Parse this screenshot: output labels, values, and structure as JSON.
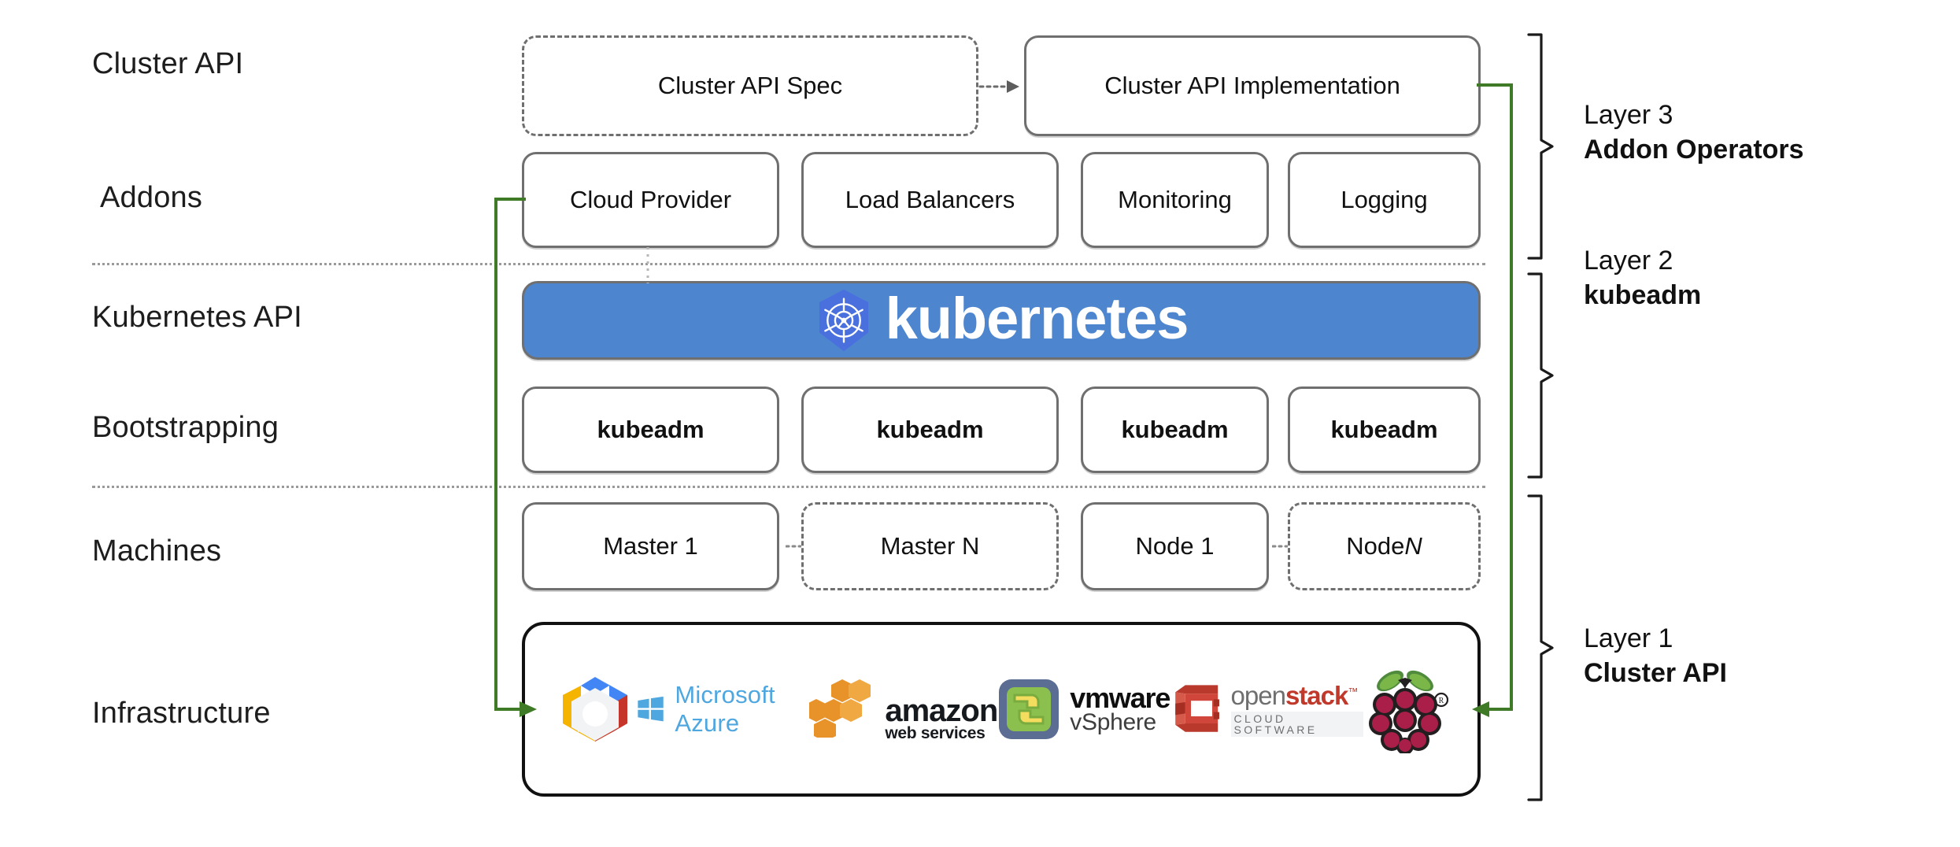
{
  "diagram": {
    "title": "Cluster API layered architecture",
    "row_labels": [
      {
        "text": "Cluster API",
        "name": "row-label-cluster-api"
      },
      {
        "text": "Addons",
        "name": "row-label-addons"
      },
      {
        "text": "Kubernetes API",
        "name": "row-label-kubernetes-api"
      },
      {
        "text": "Bootstrapping",
        "name": "row-label-bootstrapping"
      },
      {
        "text": "Machines",
        "name": "row-label-machines"
      },
      {
        "text": "Infrastructure",
        "name": "row-label-infrastructure"
      }
    ],
    "cluster_api_row": {
      "spec": "Cluster API Spec",
      "implementation": "Cluster API Implementation",
      "arrow": "dotted-arrow-right"
    },
    "addons_row": [
      "Cloud Provider",
      "Load Balancers",
      "Monitoring",
      "Logging"
    ],
    "kubernetes_banner": {
      "wordmark": "kubernetes",
      "logo": "kubernetes-helm-wheel",
      "background": "#4d86cf"
    },
    "bootstrapping_row": [
      "kubeadm",
      "kubeadm",
      "kubeadm",
      "kubeadm"
    ],
    "machines_row": [
      {
        "label": "Master 1",
        "style": "solid"
      },
      {
        "label": "Master N",
        "style": "dashed"
      },
      {
        "label": "Node 1",
        "style": "solid"
      },
      {
        "label": "Node ",
        "italic_suffix": "N",
        "style": "dashed"
      }
    ],
    "infrastructure_logos": [
      {
        "name": "google-cloud-platform",
        "text": ""
      },
      {
        "name": "microsoft-azure",
        "text": "Microsoft Azure"
      },
      {
        "name": "amazon-web-services",
        "text": "amazon",
        "subtext": "web services"
      },
      {
        "name": "vmware-vsphere",
        "text": "vmware",
        "subtext": "vSphere"
      },
      {
        "name": "openstack",
        "text": "openstack",
        "subtext": "CLOUD SOFTWARE"
      },
      {
        "name": "raspberry-pi",
        "text": ""
      }
    ],
    "layers": [
      {
        "number": "Layer 3",
        "name": "Addon Operators"
      },
      {
        "number": "Layer 2",
        "name": "kubeadm"
      },
      {
        "number": "Layer 1",
        "name": "Cluster API"
      }
    ],
    "colors": {
      "connector_green": "#3f7a26",
      "kubernetes_blue": "#4d86cf",
      "box_border": "#6f6f6f",
      "separator": "#9a9a9a"
    }
  }
}
